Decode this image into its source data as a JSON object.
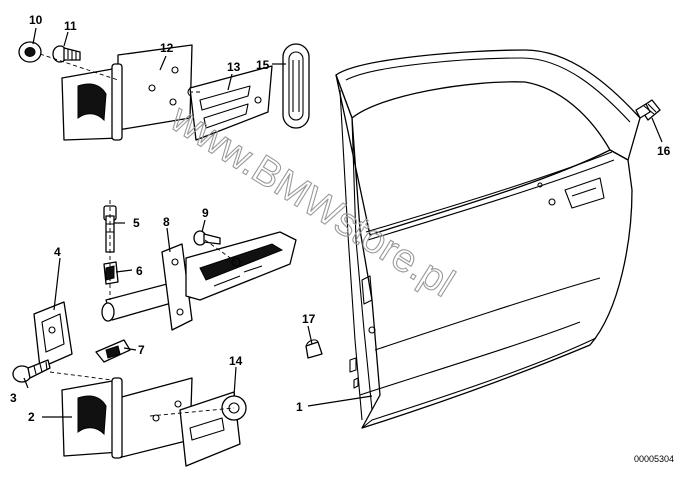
{
  "diagram": {
    "callouts": [
      "1",
      "2",
      "3",
      "4",
      "5",
      "6",
      "7",
      "8",
      "9",
      "10",
      "11",
      "12",
      "13",
      "14",
      "15",
      "16",
      "17"
    ],
    "document_number": "00005304",
    "watermark": "www.BMWstore.pl"
  },
  "colors": {
    "line": "#000000",
    "background": "#ffffff",
    "watermark": "#9a9a9a"
  }
}
